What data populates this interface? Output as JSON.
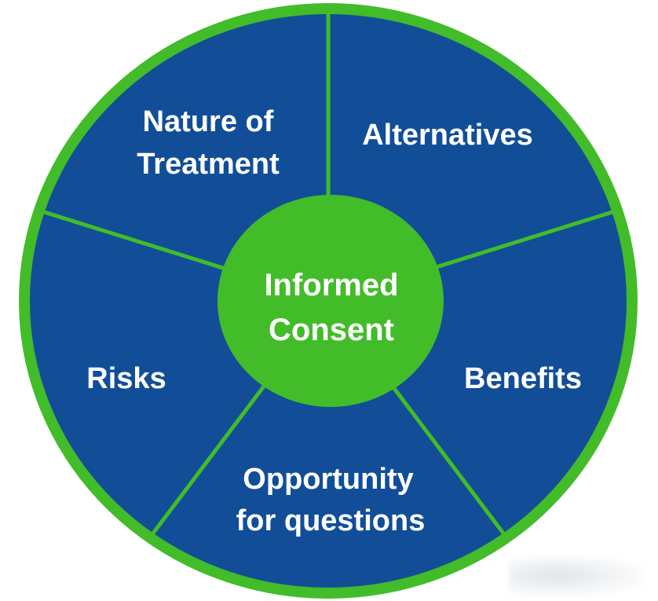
{
  "diagram": {
    "type": "wheel",
    "center": {
      "label": "Informed Consent",
      "lines": [
        "Informed",
        "Consent"
      ]
    },
    "segments": [
      {
        "id": "nature-of-treatment",
        "label": "Nature of Treatment",
        "lines": [
          "Nature of",
          "Treatment"
        ]
      },
      {
        "id": "alternatives",
        "label": "Alternatives",
        "lines": [
          "Alternatives"
        ]
      },
      {
        "id": "benefits",
        "label": "Benefits",
        "lines": [
          "Benefits"
        ]
      },
      {
        "id": "opportunity-for-questions",
        "label": "Opportunity for questions",
        "lines": [
          "Opportunity",
          "for questions"
        ]
      },
      {
        "id": "risks",
        "label": "Risks",
        "lines": [
          "Risks"
        ]
      }
    ]
  },
  "colors": {
    "background": "#FFFFFF",
    "segment_blue": "#124E98",
    "green": "#42BC29",
    "label_text": "#FFFFFF"
  }
}
